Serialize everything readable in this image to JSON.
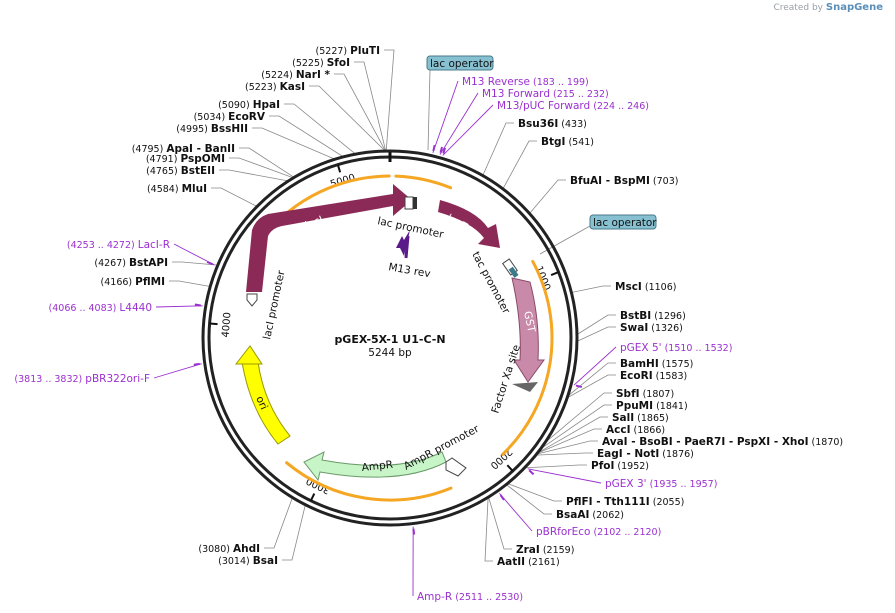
{
  "credit": {
    "prefix": "Created by",
    "brand": "SnapGene"
  },
  "plasmid": {
    "name": "pGEX-5X-1 U1-C-N",
    "length_label": "5244 bp",
    "length": 5244
  },
  "colors": {
    "lacI": "#8b2a57",
    "lacZa": "#8b2a57",
    "GST": "#c98aaa",
    "AmpR": "#c8f5c8",
    "ori": "#ffff00",
    "promoter": "#ffffff",
    "primer": "#9b30d0",
    "operator": "#87c0d0",
    "orange": "#f5a623",
    "backbone": "#222222"
  },
  "ticks": [
    {
      "pos": 1000,
      "label": "1000"
    },
    {
      "pos": 2000,
      "label": "2000"
    },
    {
      "pos": 3000,
      "label": "3000"
    },
    {
      "pos": 4000,
      "label": "4000"
    },
    {
      "pos": 5000,
      "label": "5000"
    }
  ],
  "features": {
    "lacI": {
      "label": "lacI"
    },
    "lacI_promoter": {
      "label": "lacI promoter"
    },
    "lac_promoter": {
      "label": "lac promoter"
    },
    "lacZa": {
      "label": "lacZα"
    },
    "M13_rev": {
      "label": "M13 rev"
    },
    "tac_promoter": {
      "label": "tac promoter"
    },
    "GST": {
      "label": "GST"
    },
    "factor_xa": {
      "label": "Factor Xa site"
    },
    "AmpR": {
      "label": "AmpR"
    },
    "AmpR_promoter": {
      "label": "AmpR promoter"
    },
    "ori": {
      "label": "ori"
    }
  },
  "operators": [
    {
      "label": "lac operator"
    },
    {
      "label": "lac operator"
    }
  ],
  "sites_left": [
    {
      "pos": "(5227)",
      "name": "PluTI"
    },
    {
      "pos": "(5225)",
      "name": "SfoI"
    },
    {
      "pos": "(5224)",
      "name": "NarI *"
    },
    {
      "pos": "(5223)",
      "name": "KasI"
    },
    {
      "pos": "(5090)",
      "name": "HpaI"
    },
    {
      "pos": "(5034)",
      "name": "EcoRV"
    },
    {
      "pos": "(4995)",
      "name": "BssHII"
    },
    {
      "pos": "(4795)",
      "name": "ApaI  - BanII"
    },
    {
      "pos": "(4791)",
      "name": "PspOMI"
    },
    {
      "pos": "(4765)",
      "name": "BstEII"
    },
    {
      "pos": "(4584)",
      "name": "MluI"
    },
    {
      "pos": "(4267)",
      "name": "BstAPI"
    },
    {
      "pos": "(4166)",
      "name": "PflMI"
    },
    {
      "pos": "(3080)",
      "name": "AhdI"
    },
    {
      "pos": "(3014)",
      "name": "BsaI"
    }
  ],
  "sites_right": [
    {
      "name": "Bsu36I",
      "pos": "(433)"
    },
    {
      "name": "BtgI",
      "pos": "(541)"
    },
    {
      "name": "BfuAI  - BspMI",
      "pos": "(703)"
    },
    {
      "name": "MscI",
      "pos": "(1106)"
    },
    {
      "name": "BstBI",
      "pos": "(1296)"
    },
    {
      "name": "SwaI",
      "pos": "(1326)"
    },
    {
      "name": "BamHI",
      "pos": "(1575)"
    },
    {
      "name": "EcoRI",
      "pos": "(1583)"
    },
    {
      "name": "SbfI",
      "pos": "(1807)"
    },
    {
      "name": "PpuMI",
      "pos": "(1841)"
    },
    {
      "name": "SalI",
      "pos": "(1865)"
    },
    {
      "name": "AccI",
      "pos": "(1866)"
    },
    {
      "name": "AvaI  - BsoBI  - PaeR7I  - PspXI  - XhoI",
      "pos": "(1870)"
    },
    {
      "name": "EagI  - NotI",
      "pos": "(1876)"
    },
    {
      "name": "PfoI",
      "pos": "(1952)"
    },
    {
      "name": "PflFI  - Tth111I",
      "pos": "(2055)"
    },
    {
      "name": "BsaAI",
      "pos": "(2062)"
    },
    {
      "name": "ZraI",
      "pos": "(2159)"
    },
    {
      "name": "AatII",
      "pos": "(2161)"
    }
  ],
  "primers": [
    {
      "name": "M13 Reverse",
      "range": "(183 .. 199)"
    },
    {
      "name": "M13 Forward",
      "range": "(215 .. 232)"
    },
    {
      "name": "M13/pUC Forward",
      "range": "(224 .. 246)"
    },
    {
      "name": "pGEX 5'",
      "range": "(1510 .. 1532)"
    },
    {
      "name": "pGEX 3'",
      "range": "(1935 .. 1957)"
    },
    {
      "name": "pBRforEco",
      "range": "(2102 .. 2120)"
    },
    {
      "name": "Amp-R",
      "range": "(2511 .. 2530)"
    },
    {
      "name": "pBR322ori-F",
      "range": "(3813 .. 3832)"
    },
    {
      "name": "L4440",
      "range": "(4066 .. 4083)"
    },
    {
      "name": "LacI-R",
      "range": "(4253 .. 4272)"
    }
  ]
}
